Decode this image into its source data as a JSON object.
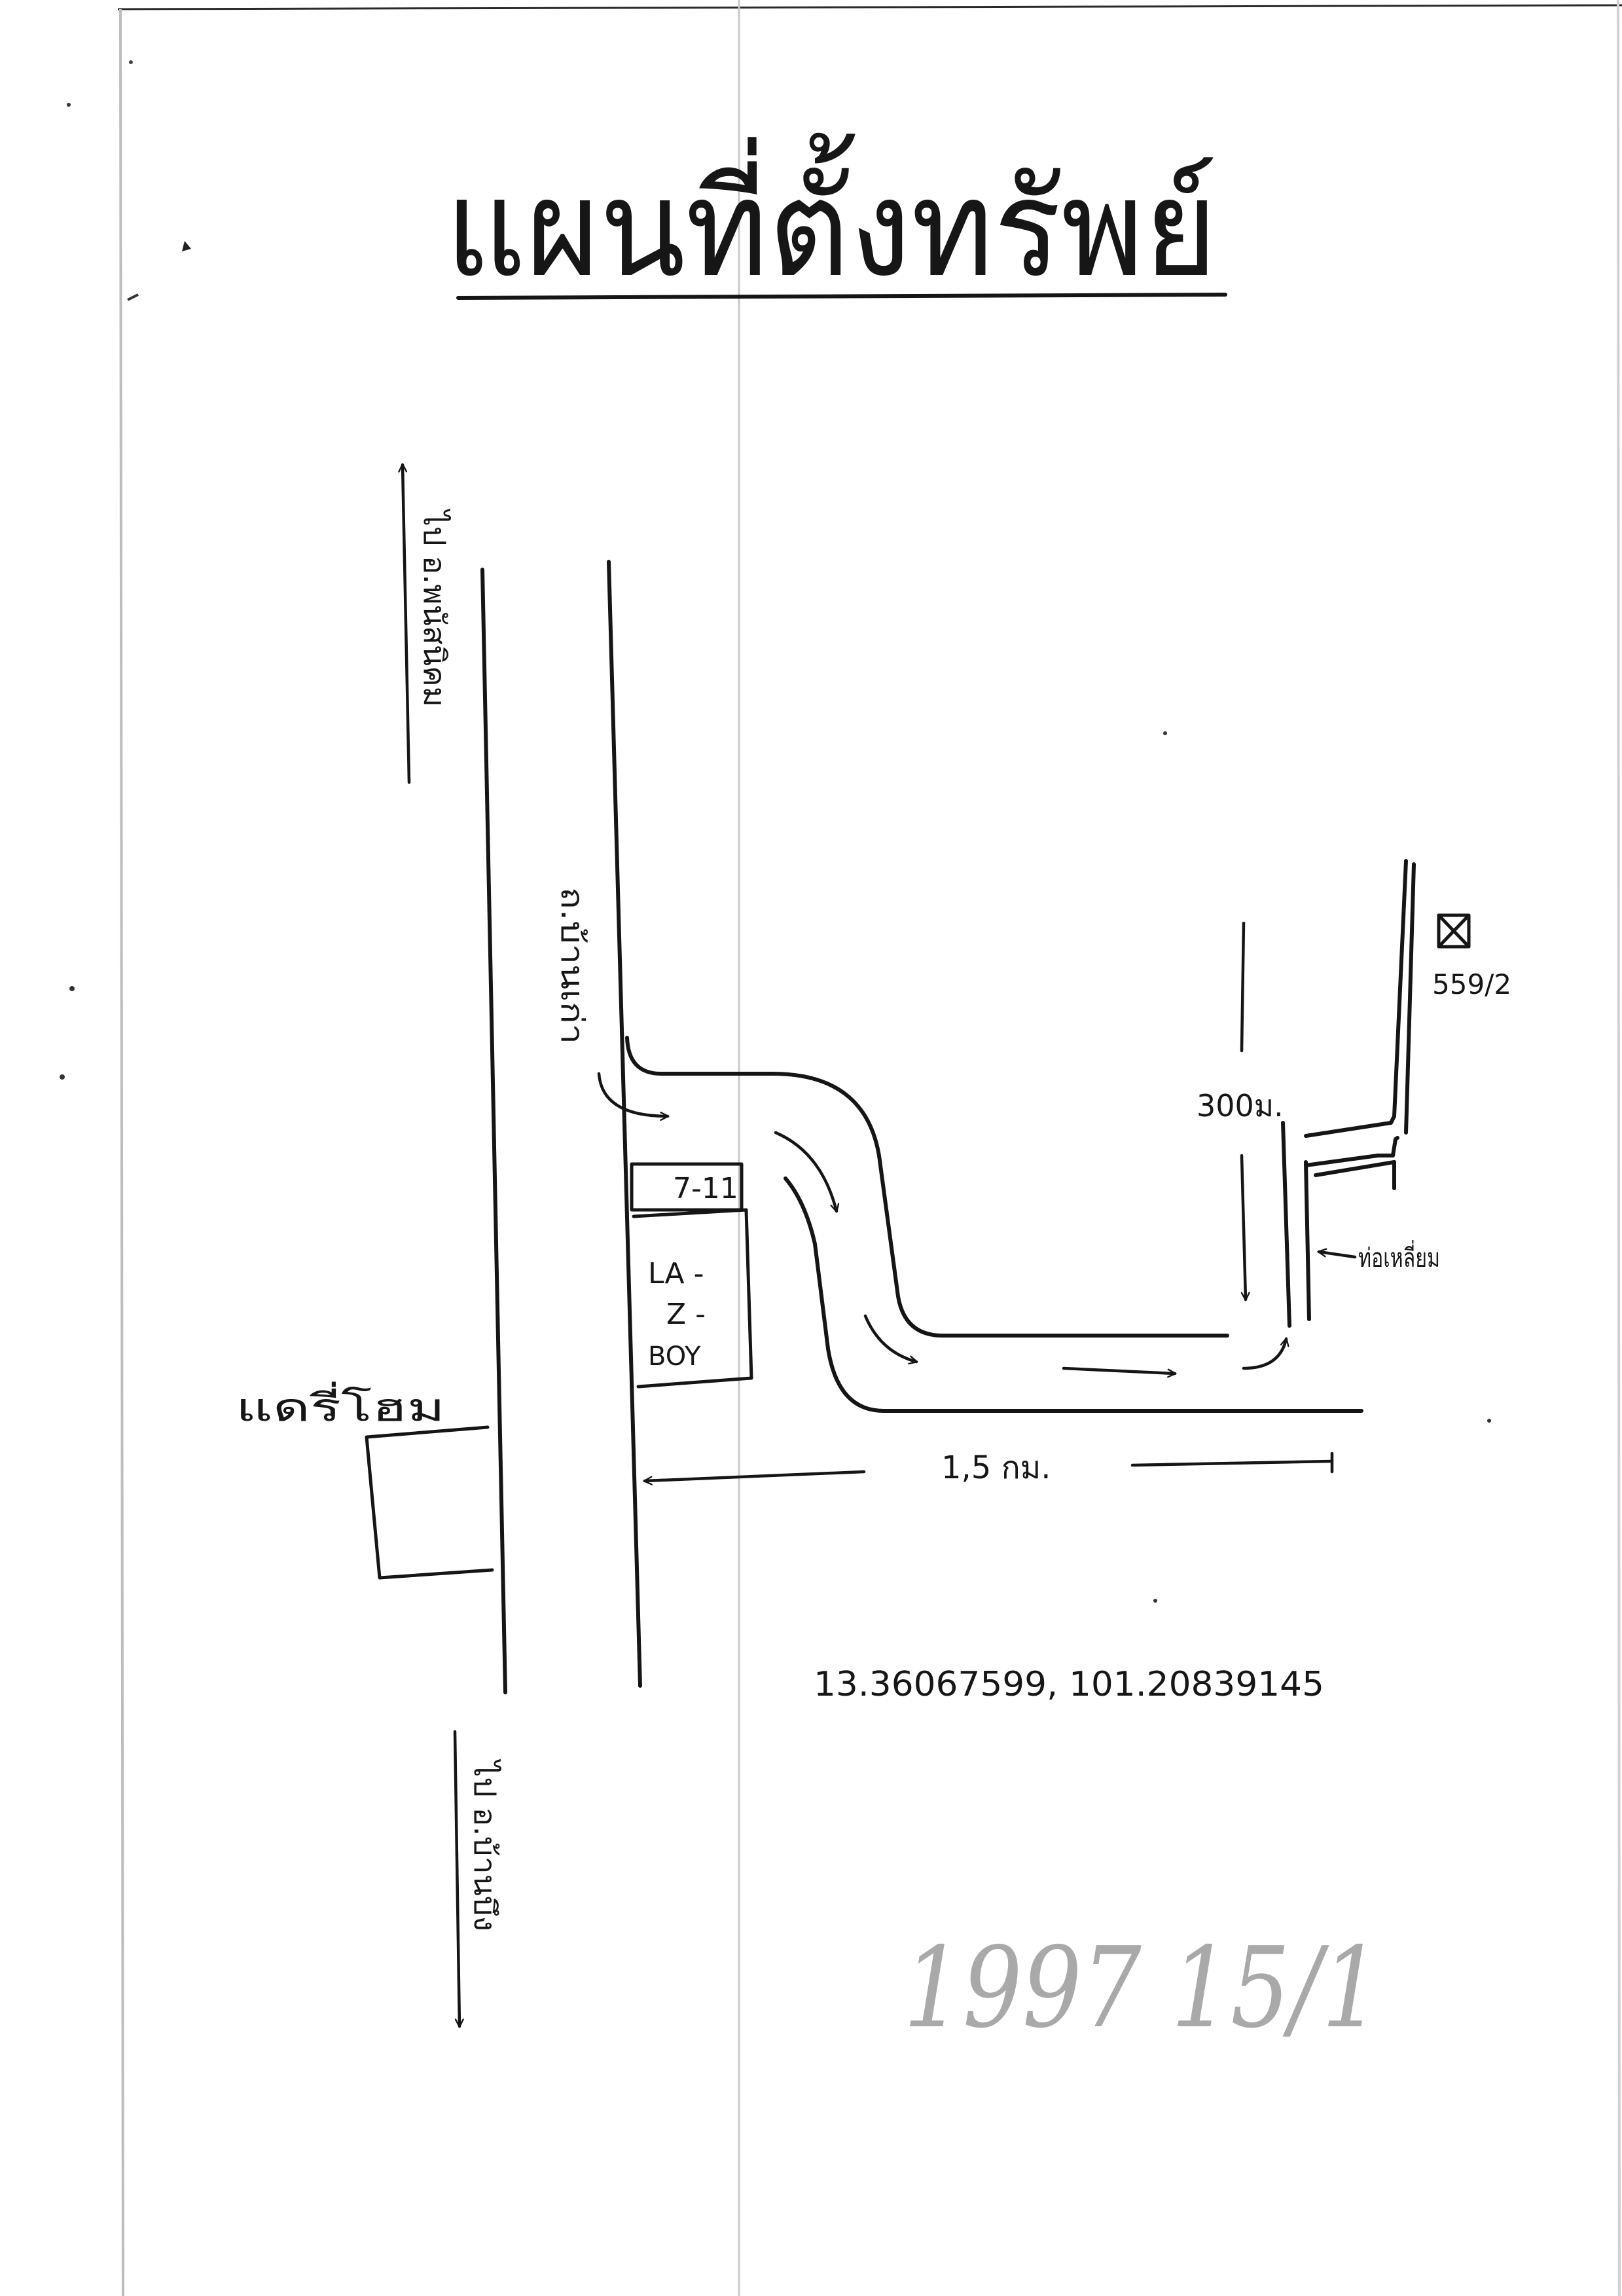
{
  "map": {
    "title": "แผนที่ตั้งทรัพย์",
    "directions": {
      "north_label": "ไป อ.พนัสนิคม",
      "south_label": "ไป อ.บ้านบึง"
    },
    "road_name": "ถ.บ้านเก่า",
    "landmarks": {
      "seven_eleven": "7-11",
      "la_z_boy_lines": [
        "LA -",
        "Z -",
        "BOY"
      ],
      "dairy_home": "แดรี่โฮม"
    },
    "property_number": "559/2",
    "distances": {
      "main_road": "1,5 กม.",
      "side_road": "300ม."
    },
    "culvert_label": "ท่อเหลี่ยม",
    "coordinates": "13.36067599, 101.20839145",
    "pencil_note": "1997 15/1",
    "colors": {
      "ink": "#151515",
      "pencil": "#a9a9a9",
      "fold": "#c8c8c8",
      "margin_shadow": "#cfcfcf"
    }
  }
}
